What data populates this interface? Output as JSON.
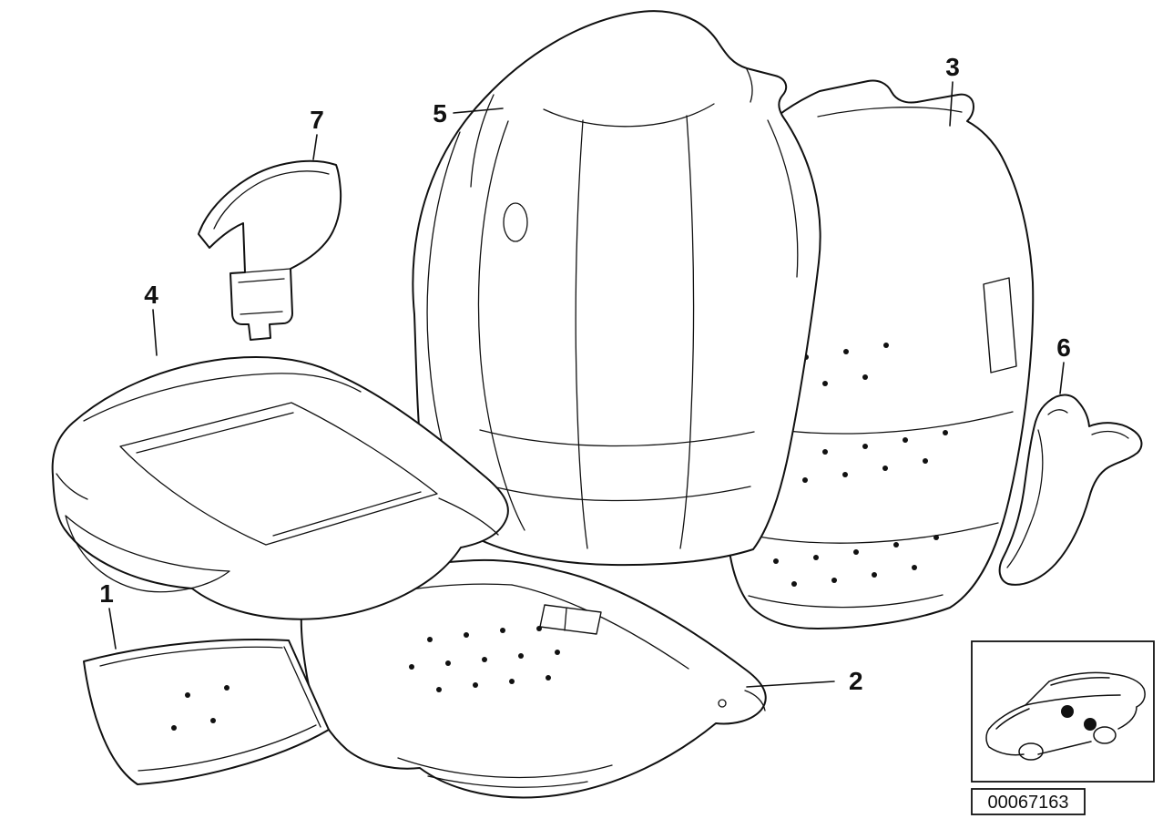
{
  "callouts": {
    "c1": "1",
    "c2": "2",
    "c3": "3",
    "c4": "4",
    "c5": "5",
    "c6": "6",
    "c7": "7"
  },
  "inset": {
    "part_code": "00067163"
  },
  "icons": {
    "car_location": "car-location-icon"
  },
  "colors": {
    "line": "#111111",
    "background": "#ffffff",
    "marker": "#000000"
  }
}
